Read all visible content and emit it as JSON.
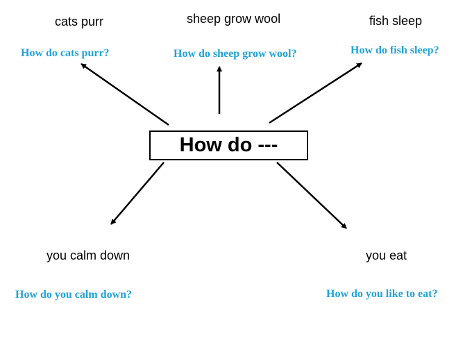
{
  "center": {
    "text": "How do ---"
  },
  "branches": {
    "cats": {
      "statement": "cats purr",
      "question": "How do cats purr?"
    },
    "sheep": {
      "statement": "sheep grow wool",
      "question": "How do sheep grow wool?"
    },
    "fish": {
      "statement": "fish sleep",
      "question": "How do fish sleep?"
    },
    "calm": {
      "statement": "you calm down",
      "question": "How do you calm down?"
    },
    "eat": {
      "statement": "you eat",
      "question": "How do you like to eat?"
    }
  },
  "colors": {
    "question": "#1fa3d9",
    "arrow": "#000000",
    "text": "#000000"
  }
}
